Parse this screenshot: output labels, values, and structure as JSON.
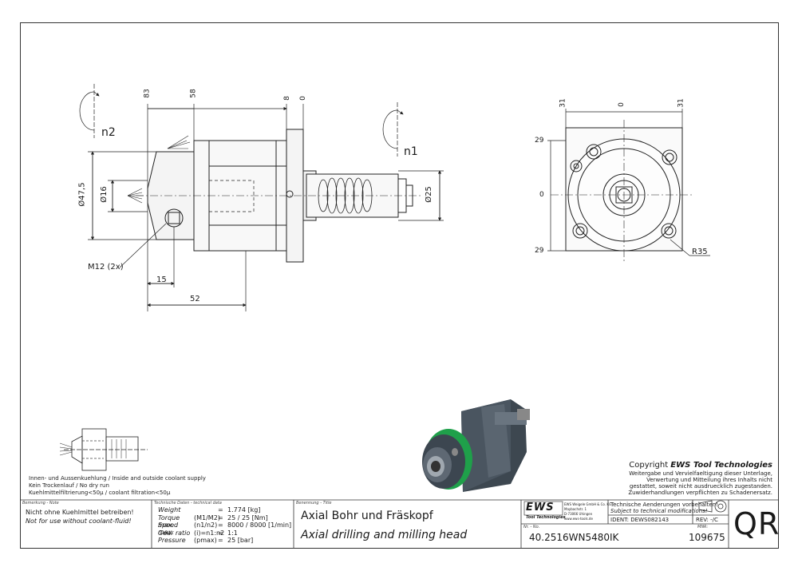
{
  "dims": {
    "d83": "83",
    "d58": "58",
    "d8": "8",
    "d0": "0",
    "dia475": "Ø47,5",
    "dia16": "Ø16",
    "dia25": "Ø25",
    "m12": "M12 (2x)",
    "d15": "15",
    "d52": "52",
    "n2": "n2",
    "n1": "n1",
    "r31a": "31",
    "r0": "0",
    "r31b": "31",
    "v29a": "29",
    "v0": "0",
    "v29b": "29",
    "r35": "R35"
  },
  "coolant_notes": {
    "line1": "Innen- und Aussenkuehlung / Inside and outside coolant supply",
    "line2": "Kein Trockenlauf / No dry run",
    "line3": "Kuehlmittelfiltrierung<50µ / coolant filtration<50µ"
  },
  "copyright": {
    "heading_prefix": "Copyright ",
    "heading_brand": "EWS Tool Technologies",
    "l1": "Weitergabe und Vervielfaeltigung dieser Unterlage,",
    "l2": "Verwertung und Mitteilung ihres Inhalts nicht",
    "l3": "gestattet, soweit nicht ausdruecklich zugestanden.",
    "l4": "Zuwiderhandlungen verpflichten zu Schadenersatz."
  },
  "titleblock": {
    "note_label": "Bemerkung - Note",
    "note_de": "Nicht ohne Kuehlmittel betreiben!",
    "note_en": "Not for use without coolant-fluid!",
    "tech_label": "Technische Daten - technical data",
    "tech": [
      {
        "name": "Weight",
        "sym": "",
        "eq": "=",
        "val": "1.774 [kg]"
      },
      {
        "name": "Torque max.",
        "sym": "(M1/M2)",
        "eq": "=",
        "val": "25 / 25 [Nm]"
      },
      {
        "name": "Speed max.",
        "sym": "(n1/n2)",
        "eq": "=",
        "val": "8000 / 8000 [1/min]"
      },
      {
        "name": "Gear ratio",
        "sym": "(i)=n1:n2",
        "eq": "=",
        "val": "1:1"
      },
      {
        "name": "Pressure",
        "sym": "(pmax)",
        "eq": "=",
        "val": "25 [bar]"
      }
    ],
    "title_label": "Benennung - Title",
    "title_de": "Axial Bohr und Fräskopf",
    "title_en": "Axial drilling and milling head",
    "logo": "EWS",
    "logo_sub": "Tool Technologies",
    "company1": "EWS Weigele GmbH & Co. KG",
    "company2": "Maybachstr. 1",
    "company3": "D-73066 Uhingen",
    "company4": "www.ews-tools.de",
    "changes_de": "Technische Aenderungen vorbehalten!",
    "changes_en": "Subject to technical modifications!",
    "ident": "IDENT: DEWS082143",
    "rev": "REV: -/C",
    "nr_label": "Nr. - No.",
    "part_no": "40.2516WN5480IK",
    "mnr_label": "MNR:",
    "mnr": "109675",
    "qr": "QR"
  }
}
